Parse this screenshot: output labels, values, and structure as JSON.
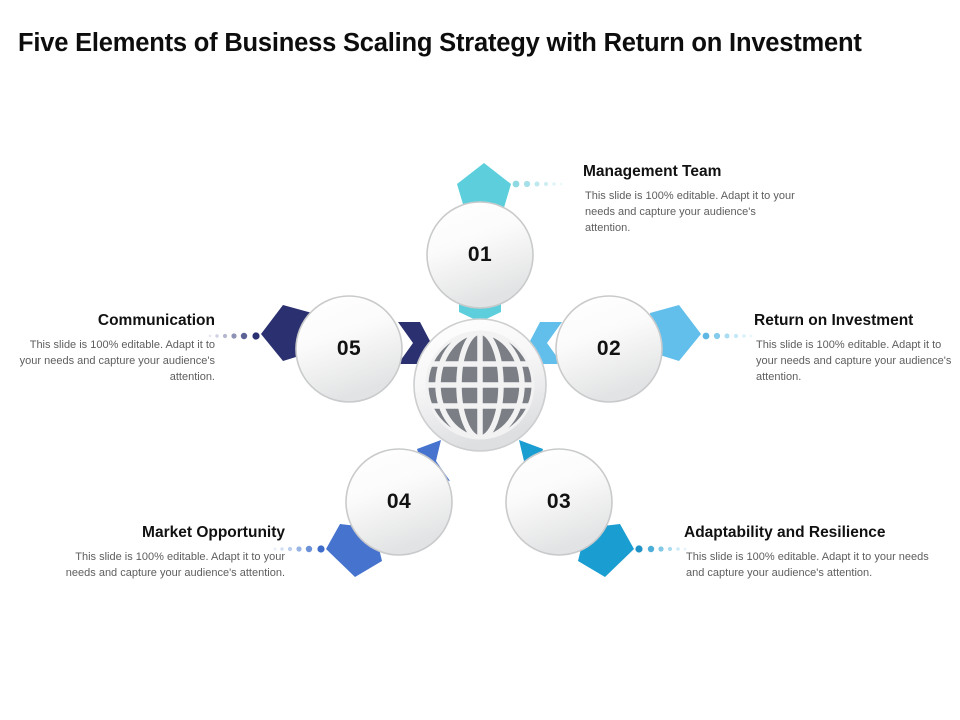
{
  "slide": {
    "title": "Five Elements of Business Scaling Strategy with Return on Investment",
    "background_color": "#ffffff"
  },
  "center": {
    "icon": "globe-icon",
    "icon_color": "#7b7f85"
  },
  "body_text": "This slide is 100% editable. Adapt it to your needs and capture your audience's attention.",
  "elements": [
    {
      "number": "01",
      "label": "Management Team",
      "body": "This slide is 100% editable. Adapt it to your needs and capture your audience's attention.",
      "color": "#5dcfdc",
      "position": "top"
    },
    {
      "number": "02",
      "label": "Return on Investment",
      "body": "This slide is 100% editable. Adapt it to your needs and capture your audience's attention.",
      "color": "#62bfec",
      "position": "right"
    },
    {
      "number": "03",
      "label": "Adaptability and Resilience",
      "body": "This slide is 100% editable. Adapt it to your needs and capture your audience's attention.",
      "color": "#1a9dd0",
      "position": "bottom-right"
    },
    {
      "number": "04",
      "label": "Market Opportunity",
      "body": "This slide is 100% editable. Adapt it to your needs and capture your audience's attention.",
      "color": "#4673ce",
      "position": "bottom-left"
    },
    {
      "number": "05",
      "label": "Communication",
      "body": "This slide is 100% editable. Adapt it to your needs and capture your audience's attention.",
      "color": "#2b3070",
      "position": "left"
    }
  ]
}
